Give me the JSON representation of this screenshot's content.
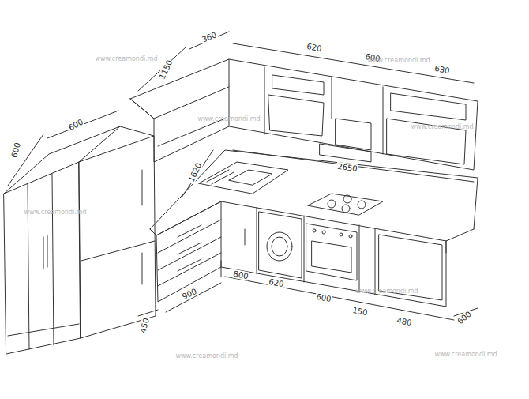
{
  "diagram": {
    "labels": [
      "360",
      "1150",
      "620",
      "600",
      "630",
      "600",
      "600",
      "1620",
      "2650",
      "800",
      "620",
      "600",
      "150",
      "480",
      "600",
      "900",
      "450",
      "www.creamondi.md",
      "www.creamondi.md",
      "www.creamondi.md",
      "www.creamondi.md",
      "www.creamondi.md",
      "www.creamondi.md",
      "www.creamondi.md",
      "www.creamondi.md"
    ]
  }
}
